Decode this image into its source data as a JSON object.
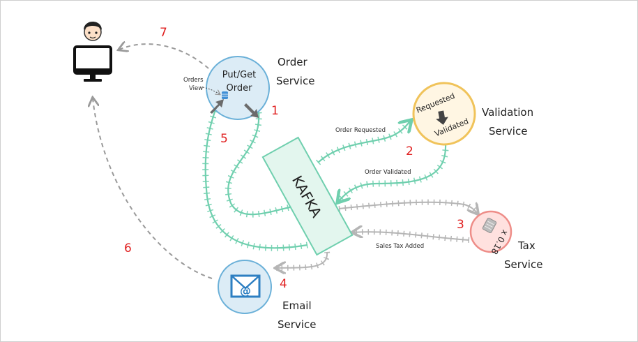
{
  "nodes": {
    "order_service": {
      "inner_top": "Put/Get",
      "inner_bottom": "Order",
      "name_line1": "Order",
      "name_line2": "Service",
      "view_line1": "Orders",
      "view_line2": "View"
    },
    "validation_service": {
      "inner_top": "Requested",
      "inner_bottom": "Validated",
      "name_line1": "Validation",
      "name_line2": "Service"
    },
    "tax_service": {
      "inner": "x 0.18",
      "name_line1": "Tax",
      "name_line2": "Service"
    },
    "email_service": {
      "inner": "@",
      "name_line1": "Email",
      "name_line2": "Service"
    },
    "kafka": {
      "label": "KAFKA"
    }
  },
  "edges": {
    "order_requested": "Order Requested",
    "order_validated": "Order Validated",
    "sales_tax_added": "Sales Tax Added"
  },
  "steps": [
    "1",
    "2",
    "3",
    "4",
    "5",
    "6",
    "7"
  ],
  "colors": {
    "kafka_stream": "#6fcfae",
    "tax_stream": "#b5b5b5",
    "dashed": "#9a9a9a",
    "number": "#e02020",
    "service_blue_fill": "#dcecf6",
    "service_blue_stroke": "#6ab0d8",
    "validation_fill": "#fff6e3",
    "validation_stroke": "#f0c35a",
    "tax_fill": "#ffe1df",
    "tax_stroke": "#ee8d88",
    "kafka_fill": "#e3f6ee"
  },
  "icons": [
    "user-face-icon",
    "monitor-icon",
    "database-icon",
    "envelope-icon",
    "calculator-icon",
    "arrow-icon"
  ]
}
